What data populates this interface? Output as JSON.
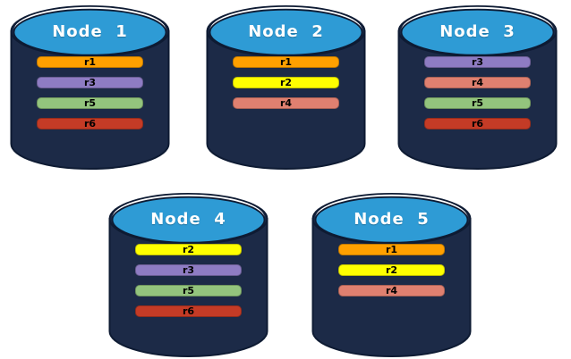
{
  "theme": {
    "background": "#FFFFFF",
    "cylinder_body": "#1C2A47",
    "cylinder_outline": "#0E1B33",
    "cylinder_top": "#2E9BD5",
    "rim_highlight": "#FFFFFF",
    "title_text": "#FFFFFF",
    "bar_text": "#000000"
  },
  "replica_colors": {
    "r1": "#FFA000",
    "r2": "#FFFF00",
    "r3": "#8E7CC3",
    "r4": "#DF8070",
    "r5": "#93C47D",
    "r6": "#C43B26"
  },
  "nodes": [
    {
      "label": "Node  1",
      "replicas": [
        "r1",
        "r3",
        "r5",
        "r6"
      ]
    },
    {
      "label": "Node  2",
      "replicas": [
        "r1",
        "r2",
        "r4"
      ]
    },
    {
      "label": "Node  3",
      "replicas": [
        "r3",
        "r4",
        "r5",
        "r6"
      ]
    },
    {
      "label": "Node  4",
      "replicas": [
        "r2",
        "r3",
        "r5",
        "r6"
      ]
    },
    {
      "label": "Node  5",
      "replicas": [
        "r1",
        "r2",
        "r4"
      ]
    }
  ]
}
